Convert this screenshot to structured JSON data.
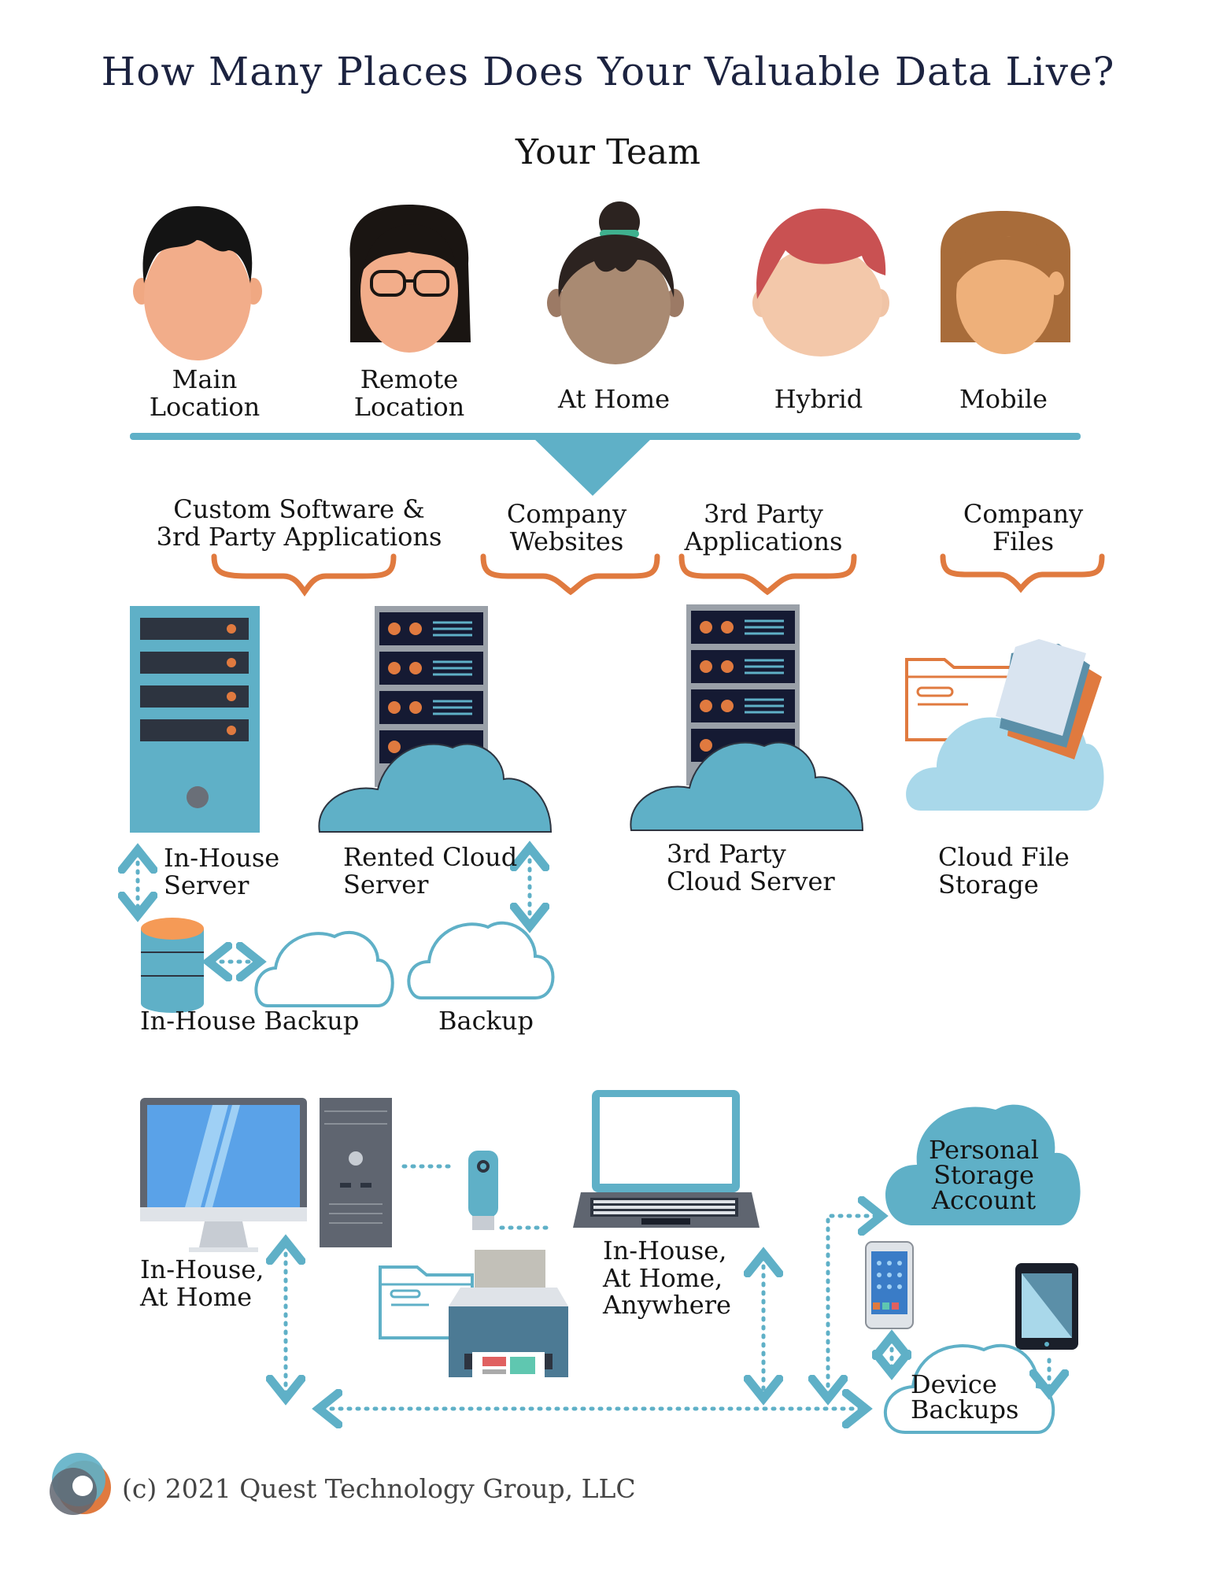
{
  "header": {
    "title": "How Many Places Does Your Valuable Data Live?",
    "team_title": "Your Team"
  },
  "team": [
    {
      "label": "Main\nLocation"
    },
    {
      "label": "Remote\nLocation"
    },
    {
      "label": "At Home"
    },
    {
      "label": "Hybrid"
    },
    {
      "label": "Mobile"
    }
  ],
  "categories": [
    {
      "label": "Custom Software &\n3rd Party Applications"
    },
    {
      "label": "Company\nWebsites"
    },
    {
      "label": "3rd Party\nApplications"
    },
    {
      "label": "Company\nFiles"
    }
  ],
  "servers": {
    "in_house": "In-House\nServer",
    "rented_cloud": "Rented Cloud\nServer",
    "third_party_cloud": "3rd Party\nCloud Server",
    "cloud_file_storage": "Cloud File\nStorage",
    "in_house_backup": "In-House Backup",
    "backup": "Backup"
  },
  "devices": {
    "desktop": "In-House,\nAt Home",
    "laptop": "In-House,\nAt Home,\nAnywhere",
    "personal_storage": "Personal\nStorage\nAccount",
    "device_backups": "Device\nBackups"
  },
  "footer": {
    "copyright": "(c) 2021 Quest Technology Group, LLC"
  },
  "colors": {
    "teal": "#5fb0c7",
    "orange": "#e07a3f",
    "navy": "#1c2340",
    "dark": "#2d3440"
  }
}
